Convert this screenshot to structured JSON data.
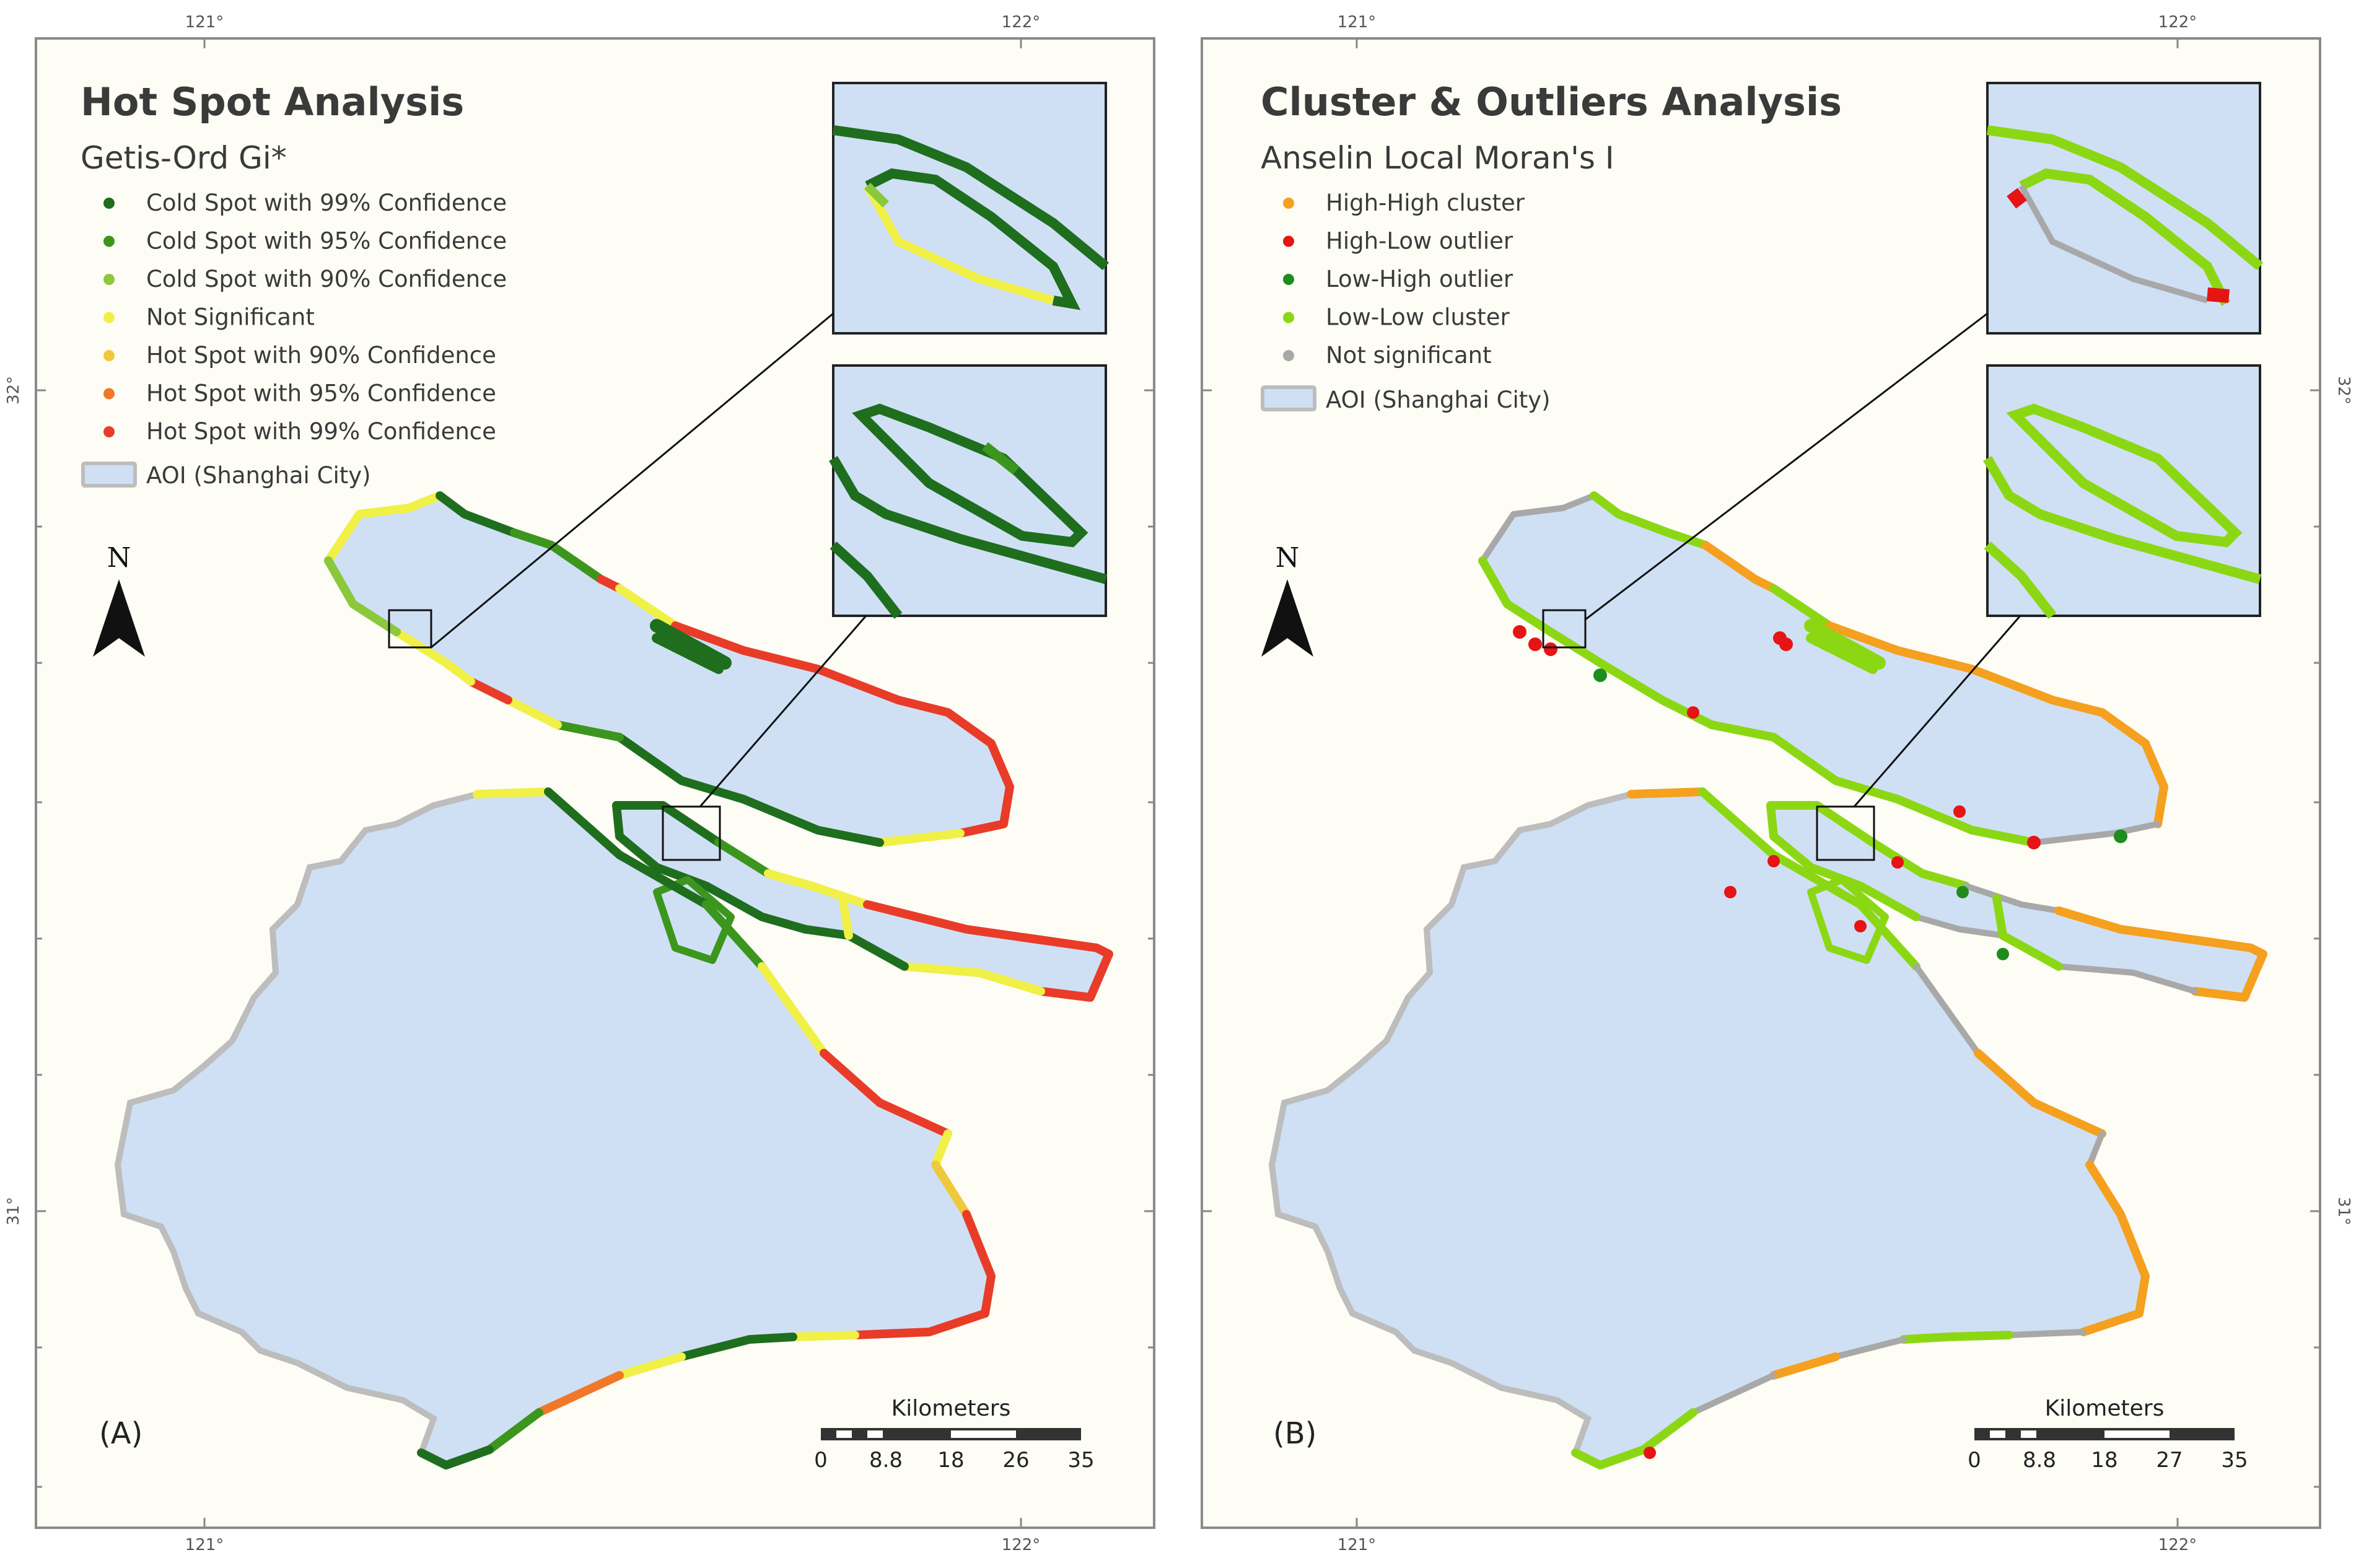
{
  "ticks": {
    "lon_121": "121°",
    "lon_122": "122°",
    "lat_32": "32°",
    "lat_31": "31°"
  },
  "north_label": "N",
  "aoi_label": "AOI (Shanghai City)",
  "scale_title": "Kilometers",
  "colors": {
    "background": "#fdfcf5",
    "aoi_fill": "#cfe0f5",
    "aoi_edge": "#bdbdbd",
    "cold99": "#1e6e1e",
    "cold95": "#3c961e",
    "cold90": "#8cc83c",
    "notsig_gi": "#f0f046",
    "hot90": "#f0c83c",
    "hot95": "#f07828",
    "hot99": "#e83c28",
    "hh": "#f5a01e",
    "hl": "#e61414",
    "lh": "#1e8c1e",
    "ll": "#8cd714",
    "ns": "#a8a8a8"
  },
  "panel_a": {
    "title": "Hot Spot Analysis",
    "subtitle": "Getis-Ord Gi*",
    "letter": "(A)",
    "legend": [
      {
        "label": "Cold Spot with 99% Confidence",
        "color": "#1e6e1e"
      },
      {
        "label": "Cold Spot with 95% Confidence",
        "color": "#3c961e"
      },
      {
        "label": "Cold Spot with 90% Confidence",
        "color": "#8cc83c"
      },
      {
        "label": "Not Significant",
        "color": "#f0f046"
      },
      {
        "label": "Hot Spot with 90% Confidence",
        "color": "#f0c83c"
      },
      {
        "label": "Hot Spot with 95% Confidence",
        "color": "#f07828"
      },
      {
        "label": "Hot Spot with 99% Confidence",
        "color": "#e83c28"
      }
    ],
    "scale_labels": [
      "0",
      "8.8",
      "18",
      "26",
      "35"
    ]
  },
  "panel_b": {
    "title": "Cluster & Outliers Analysis",
    "subtitle": "Anselin Local Moran's I",
    "letter": "(B)",
    "legend": [
      {
        "label": "High-High cluster",
        "color": "#f5a01e"
      },
      {
        "label": "High-Low outlier",
        "color": "#e61414"
      },
      {
        "label": "Low-High outlier",
        "color": "#1e8c1e"
      },
      {
        "label": "Low-Low cluster",
        "color": "#8cd714"
      },
      {
        "label": "Not significant",
        "color": "#a8a8a8"
      }
    ],
    "scale_labels": [
      "0",
      "8.8",
      "18",
      "27",
      "35"
    ]
  }
}
